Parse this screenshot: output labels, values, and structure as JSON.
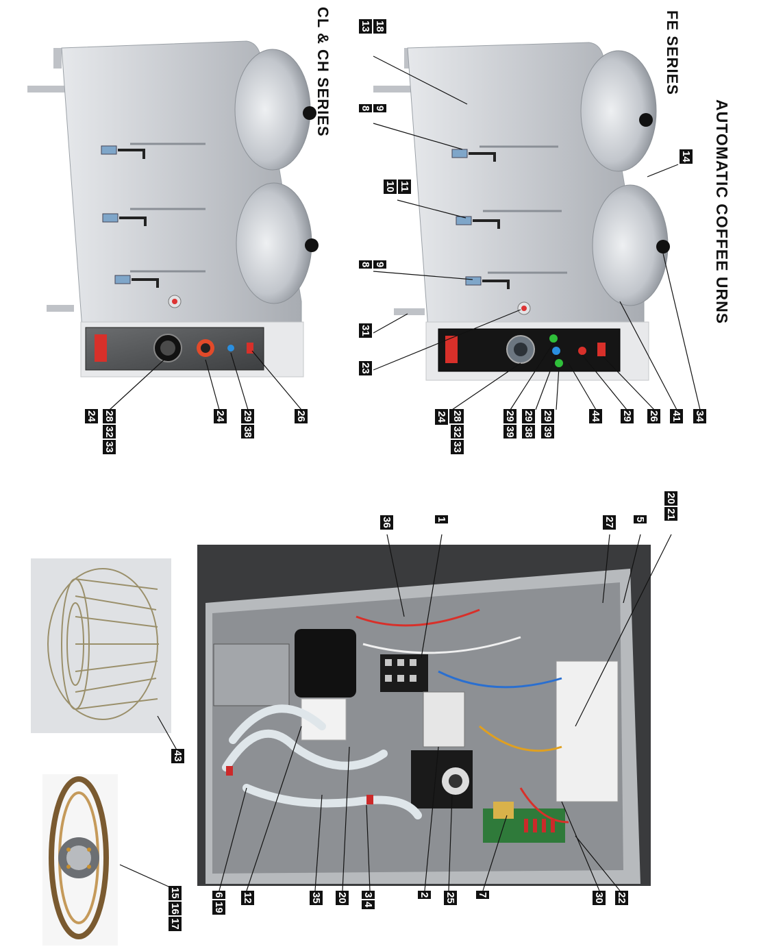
{
  "titles": {
    "main": "AUTOMATIC COFFEE URNS",
    "fe": "FE SERIES",
    "cl": "CL & CH SERIES"
  },
  "fe_labels": {
    "l14": "14",
    "l13_18": [
      "13",
      "18"
    ],
    "l8_9a": [
      "8",
      "9"
    ],
    "l10_11": [
      "10",
      "11"
    ],
    "l8_9b": [
      "8",
      "9"
    ],
    "l31": "31",
    "l23": "23",
    "l28_32_33": [
      "28",
      "32",
      "33"
    ],
    "l24": "24",
    "l29_39a": [
      "29",
      "39"
    ],
    "l29_38": [
      "29",
      "38"
    ],
    "l29_39b": [
      "29",
      "39"
    ],
    "l44": "44",
    "l29": "29",
    "l26": "26",
    "l41": "41",
    "l34": "34"
  },
  "cl_labels": {
    "l28_32_33": [
      "28",
      "32",
      "33"
    ],
    "l24a": "24",
    "l24b": "24",
    "l29_38": [
      "29",
      "38"
    ],
    "l26": "26"
  },
  "inside_labels": {
    "l36": "36",
    "l1": "1",
    "l27": "27",
    "l5": "5",
    "l20_21": [
      "20",
      "21"
    ],
    "l6_19": [
      "6",
      "19"
    ],
    "l12": "12",
    "l35": "35",
    "l20": "20",
    "l3_4": [
      "3",
      "4"
    ],
    "l2": "2",
    "l25": "25",
    "l7": "7",
    "l30": "30",
    "l22": "22",
    "l43": "43",
    "l15_16_17": [
      "15",
      "16",
      "17"
    ]
  },
  "colors": {
    "label_bg": "#111111",
    "label_fg": "#ffffff",
    "steel": "#c9ccd1",
    "steel_dark": "#9a9ea5",
    "panel_black": "#1a1a1a",
    "panel_brown": "#3a2418",
    "red_switch": "#d8302a",
    "green_light": "#2fbf3a",
    "blue_light": "#2a8fe0"
  }
}
